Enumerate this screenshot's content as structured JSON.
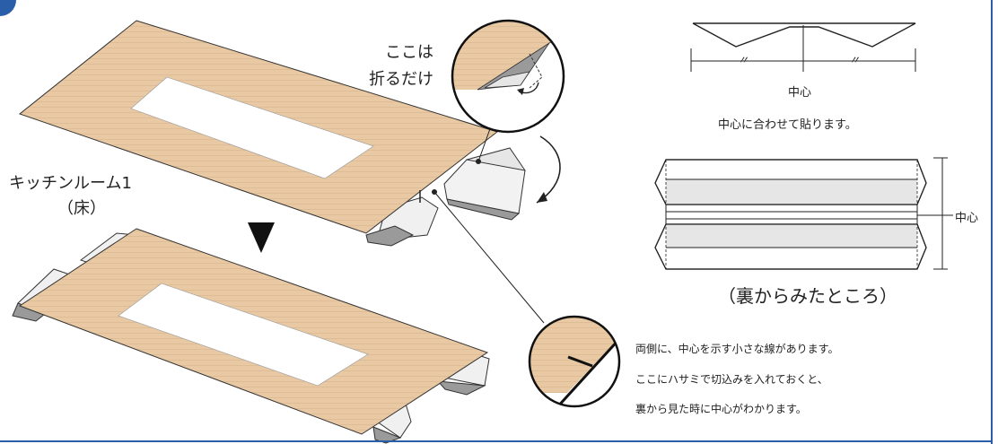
{
  "step_badge": "",
  "callout_top": {
    "line1": "ここは",
    "line2": "折るだけ"
  },
  "room_label": {
    "line1": "キッチンルーム1",
    "line2": "（床）"
  },
  "fold_diagram": {
    "tick_mark_left": "〃",
    "tick_mark_right": "〃",
    "center_label": "中心",
    "caption": "中心に合わせて貼ります。"
  },
  "back_view": {
    "center_label": "中心",
    "caption": "（裏からみたところ）"
  },
  "note": {
    "line1": "両側に、中心を示す小さな線があります。",
    "line2": "ここにハサミで切込みを入れておくと、",
    "line3": "裏から見た時に中心がわかります。"
  },
  "colors": {
    "wood": "#e8c9a3",
    "wood_line": "#d9b78f",
    "panel_white": "#ffffff",
    "fold_grey": "#e6e6e6",
    "fold_dark": "#8a8a8a",
    "frame_blue": "#2b5ea8",
    "outline": "#222222"
  }
}
